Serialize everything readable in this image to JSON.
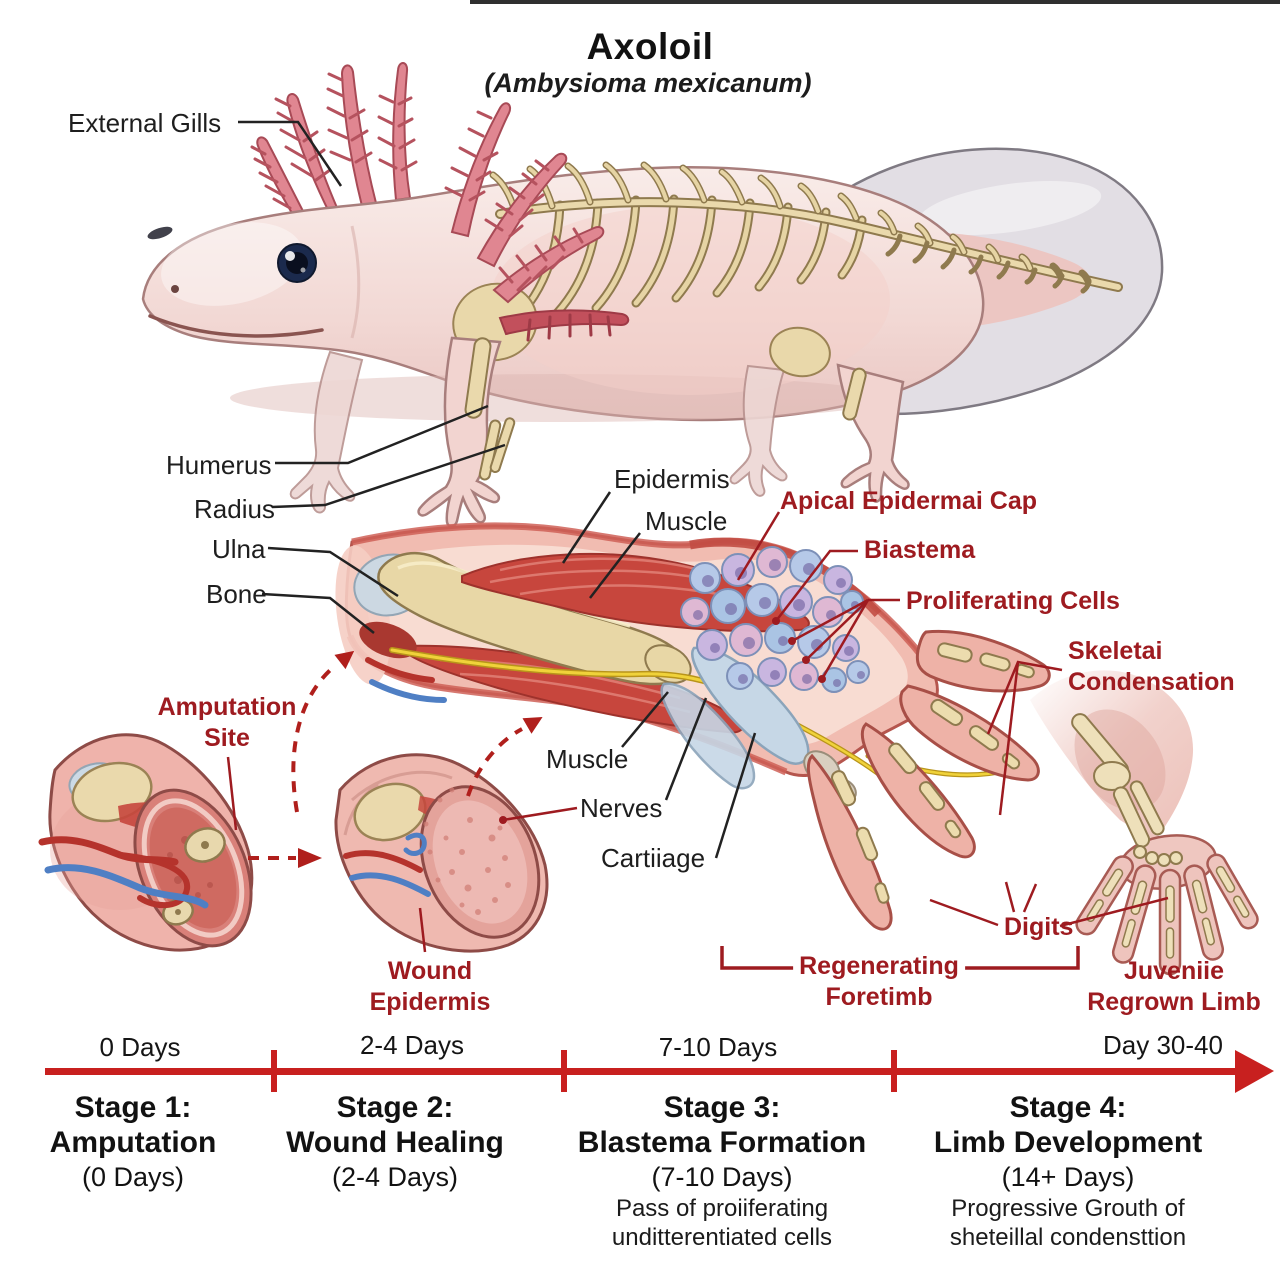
{
  "title": "Axoloil",
  "subtitle": "(Ambysioma mexicanum)",
  "axolotl_labels": {
    "external_gills": "External Gills",
    "humerus": "Humerus",
    "radius": "Radius",
    "ulna": "Ulna",
    "bone": "Bone"
  },
  "section_labels": {
    "epidermis": "Epidermis",
    "muscle_top": "Muscle",
    "apical_cap": "Apical Epidermai Cap",
    "blastema": "Biastema",
    "proliferating": "Proliferating Cells",
    "skeletal_line1": "Skeletai",
    "skeletal_line2": "Condensation",
    "muscle_mid": "Muscle",
    "nerves": "Nerves",
    "cartilage": "Cartiiage",
    "digits": "Digits",
    "amputation_line1": "Amputation",
    "amputation_line2": "Site",
    "wound_line1": "Wound",
    "wound_line2": "Epidermis",
    "regenerating_line1": "Regenerating",
    "regenerating_line2": "Foretimb",
    "juvenile_line1": "Juveniie",
    "juvenile_line2": "Regrown Limb"
  },
  "timeline": {
    "phases": [
      "0 Days",
      "2-4 Days",
      "7-10 Days",
      "Day 30-40"
    ]
  },
  "stages": [
    {
      "title": "Stage 1:",
      "name": "Amputation",
      "days": "(0 Days)",
      "note1": "",
      "note2": ""
    },
    {
      "title": "Stage 2:",
      "name": "Wound Healing",
      "days": "(2-4 Days)",
      "note1": "",
      "note2": ""
    },
    {
      "title": "Stage 3:",
      "name": "Blastema Formation",
      "days": "(7-10 Days)",
      "note1": "Pass of proiiferating",
      "note2": "unditterentiated cells"
    },
    {
      "title": "Stage 4:",
      "name": "Limb Development",
      "days": "(14+ Days)",
      "note1": "Progressive Grouth of",
      "note2": "sheteillal condensttion"
    }
  ],
  "colors": {
    "label_red": "#9e1b20",
    "timeline_red": "#c8201f",
    "arrow_red": "#b01f1c",
    "text_black": "#1d1d1d",
    "bone": "#e8d7a6",
    "muscle": "#c7463d",
    "nerve_yellow": "#f0d23a",
    "vessel_blue": "#4f7fc4",
    "cartilage_blue": "#c6d7e6",
    "skin_pink": "#f1bcb1",
    "gill_pink": "#e08691"
  }
}
